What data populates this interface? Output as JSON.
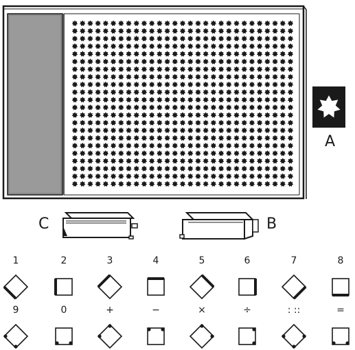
{
  "labels": {
    "star_piece": "A",
    "block_b": "B",
    "block_c": "C"
  },
  "symbol_rows": [
    [
      "1",
      "2",
      "3",
      "4",
      "5",
      "6",
      "7",
      "8"
    ],
    [
      "9",
      "0",
      "+",
      "−",
      "×",
      "÷",
      ": ::",
      "="
    ]
  ],
  "board": {
    "hole_rows": 22,
    "hole_cols": 29
  },
  "colors": {
    "ink": "#1a1a1a",
    "paper": "#ffffff",
    "strip": "#8a8a8a"
  },
  "icons": [
    "star-hole-icon",
    "type-block-diamond-icon",
    "type-block-square-icon"
  ]
}
